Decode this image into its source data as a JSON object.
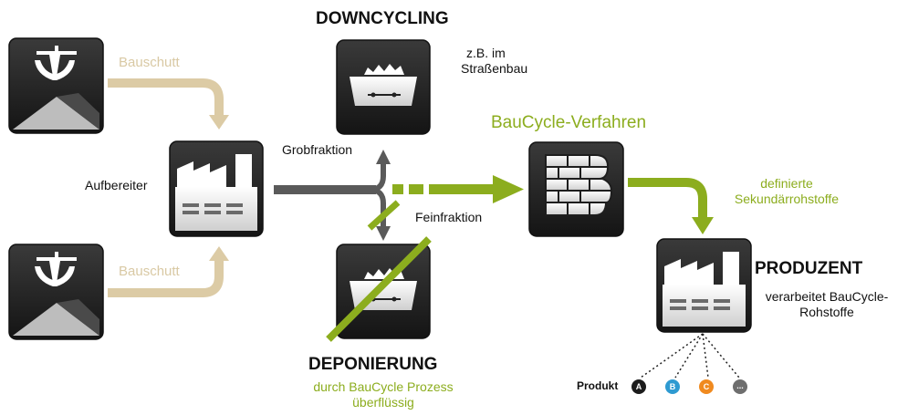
{
  "colors": {
    "green": "#8cad1e",
    "beige": "#dccba5",
    "grey_arrow": "#5a5a5a",
    "tile_dark": "#1e1e1e",
    "badge_a": "#1c1c1c",
    "badge_b": "#2e9ad1",
    "badge_c": "#f08a1f",
    "badge_dots": "#6e6e6e"
  },
  "titles": {
    "downcycling": "DOWNCYCLING",
    "deponierung": "DEPONIERUNG",
    "baucycle_verfahren": "BauCycle-Verfahren",
    "produzent": "PRODUZENT"
  },
  "labels": {
    "bauschutt_top": "Bauschutt",
    "bauschutt_bottom": "Bauschutt",
    "aufbereiter": "Aufbereiter",
    "zb_line1": "z.B. im",
    "zb_line2": "Straßenbau",
    "grobfraktion": "Grobfraktion",
    "feinfraktion": "Feinfraktion",
    "definierte_line1": "definierte",
    "definierte_line2": "Sekundärrohstoffe",
    "verarbeitet_line1": "verarbeitet BauCycle-",
    "verarbeitet_line2": "Rohstoffe",
    "deponierung_note_line1": "durch BauCycle Prozess",
    "deponierung_note_line2": "überflüssig",
    "produkt": "Produkt"
  },
  "product_badges": [
    "A",
    "B",
    "C",
    "..."
  ],
  "icons": {
    "excavator_top": "excavator-icon",
    "excavator_bottom": "excavator-icon",
    "factory_aufbereiter": "factory-icon",
    "container_downcycling": "container-icon",
    "container_deponierung": "container-icon",
    "baucycle_logo": "baucycle-b-icon",
    "factory_produzent": "factory-icon"
  }
}
